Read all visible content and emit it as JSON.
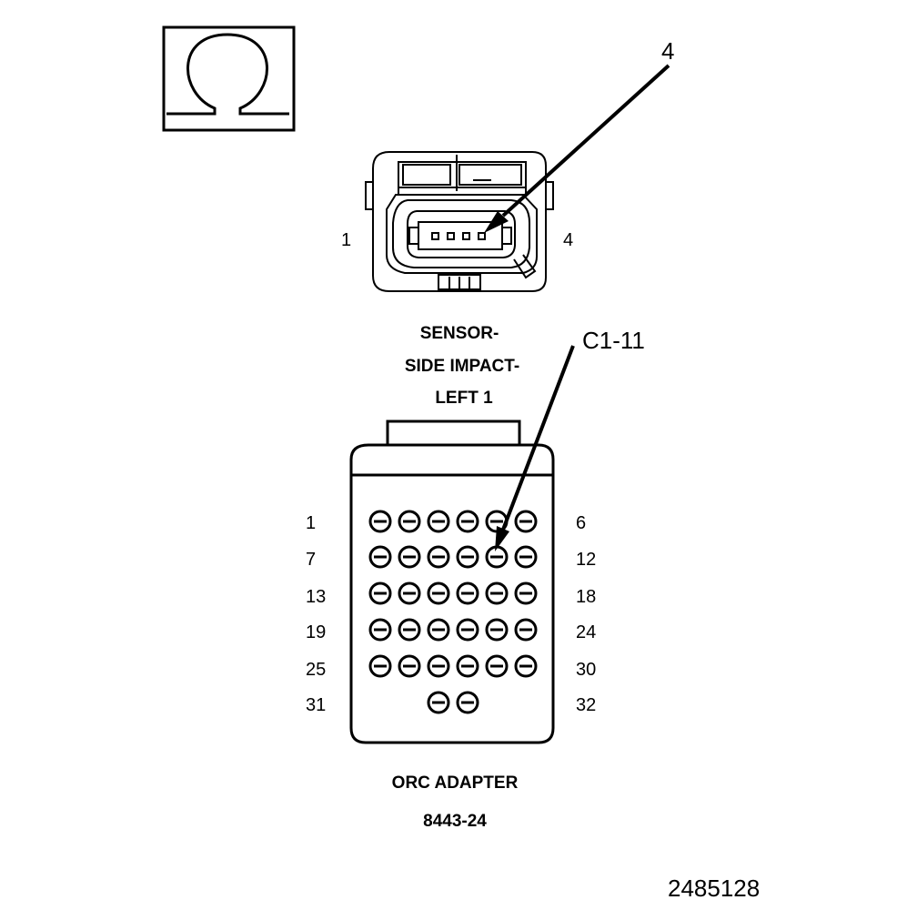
{
  "omega_symbol": "Ω",
  "callouts": {
    "top": "4",
    "bottom": "C1-11"
  },
  "sensor_connector": {
    "pin_left": "1",
    "pin_right": "4",
    "name_lines": [
      "SENSOR-",
      "SIDE IMPACT-",
      "LEFT 1"
    ]
  },
  "orc_adapter": {
    "row_labels_left": [
      "1",
      "7",
      "13",
      "19",
      "25",
      "31"
    ],
    "row_labels_right": [
      "6",
      "12",
      "18",
      "24",
      "30",
      "32"
    ],
    "pins_per_row": [
      6,
      6,
      6,
      6,
      6,
      2
    ],
    "name": "ORC ADAPTER",
    "part_number": "8443-24"
  },
  "figure_id": "2485128",
  "colors": {
    "line": "#000000",
    "background": "#ffffff"
  }
}
